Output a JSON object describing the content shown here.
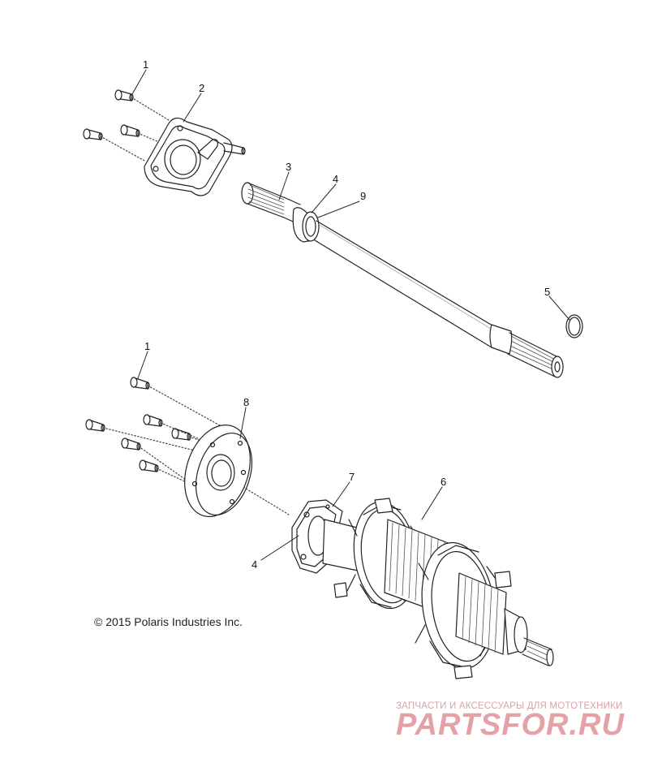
{
  "callouts": {
    "c1a": "1",
    "c2": "2",
    "c3": "3",
    "c4a": "4",
    "c9": "9",
    "c5": "5",
    "c1b": "1",
    "c8": "8",
    "c7": "7",
    "c6": "6",
    "c4b": "4"
  },
  "copyright": "© 2015 Polaris Industries Inc.",
  "watermark": {
    "subtitle": "ЗАПЧАСТИ И АКСЕССУАРЫ ДЛЯ МОТОТЕХНИКИ",
    "logo": "PARTSFOR.RU"
  },
  "colors": {
    "line": "#222222",
    "hatch": "#555555",
    "watermark": "#e3a2a7"
  }
}
